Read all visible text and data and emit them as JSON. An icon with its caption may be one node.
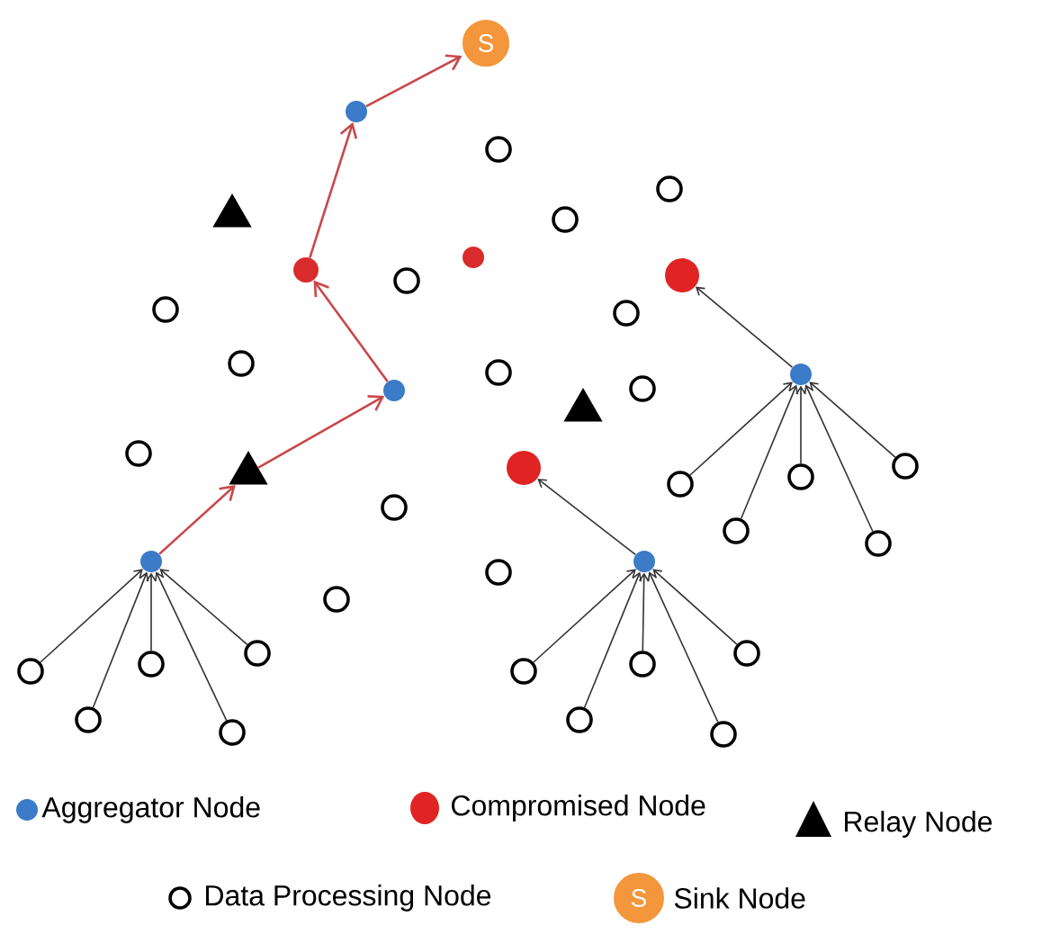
{
  "diagram": {
    "nodes": [
      {
        "text": [
          "S"
        ]
      },
      {
        "text": [],
        "shape": "circle"
      },
      {
        "text": [],
        "shape": "circle"
      },
      {
        "text": [],
        "shape": "circle"
      },
      {
        "text": [],
        "shape": "triangle"
      },
      {
        "text": [],
        "shape": "circle"
      },
      {
        "text": [],
        "shape": "circle"
      },
      {
        "text": [],
        "shape": "circle"
      },
      {
        "text": [],
        "shape": "circle"
      },
      {
        "text": [],
        "shape": "circle"
      },
      {
        "text": [],
        "shape": "circle"
      },
      {
        "text": [],
        "shape": "circle"
      },
      {
        "text": [],
        "shape": "circle"
      },
      {
        "text": [],
        "shape": "circle"
      },
      {
        "text": [],
        "shape": "circle"
      },
      {
        "text": [],
        "shape": "circle"
      },
      {
        "text": [],
        "shape": "circle"
      },
      {
        "text": [],
        "shape": "triangle"
      },
      {
        "text": [],
        "shape": "circle"
      },
      {
        "text": [],
        "shape": "circle"
      },
      {
        "text": [],
        "shape": "triangle"
      },
      {
        "text": [],
        "shape": "circle"
      },
      {
        "text": [],
        "shape": "circle"
      },
      {
        "text": [],
        "shape": "circle"
      },
      {
        "text": [],
        "shape": "circle"
      },
      {
        "text": [],
        "shape": "circle"
      },
      {
        "text": [],
        "shape": "circle"
      },
      {
        "text": [],
        "shape": "circle"
      },
      {
        "text": [],
        "shape": "circle"
      },
      {
        "text": [],
        "shape": "circle"
      },
      {
        "text": [],
        "shape": "circle"
      },
      {
        "text": [],
        "shape": "circle"
      },
      {
        "text": [],
        "shape": "circle"
      },
      {
        "text": [],
        "shape": "circle"
      },
      {
        "text": [],
        "shape": "circle"
      },
      {
        "text": [],
        "shape": "circle"
      },
      {
        "text": [],
        "shape": "circle"
      },
      {
        "text": [],
        "shape": "circle"
      },
      {
        "text": [],
        "shape": "circle"
      },
      {
        "text": [],
        "shape": "circle"
      },
      {
        "text": [],
        "shape": "circle"
      }
    ],
    "edges": [
      {
        "from": 27,
        "to": 20,
        "arrow": "to",
        "color": "#c9474a"
      },
      {
        "from": 20,
        "to": 16,
        "arrow": "to",
        "color": "#c9474a"
      },
      {
        "from": 16,
        "to": 7,
        "arrow": "to",
        "color": "#c9474a"
      },
      {
        "from": 7,
        "to": 1,
        "arrow": "to",
        "color": "#c9474a"
      },
      {
        "from": 1,
        "to": 0,
        "arrow": "to",
        "color": "#c9474a"
      },
      {
        "from": 14,
        "to": 8,
        "arrow": "to"
      },
      {
        "from": 23,
        "to": 14,
        "arrow": "to"
      },
      {
        "from": 25,
        "to": 14,
        "arrow": "to"
      },
      {
        "from": 22,
        "to": 14,
        "arrow": "to"
      },
      {
        "from": 26,
        "to": 14,
        "arrow": "to"
      },
      {
        "from": 21,
        "to": 14,
        "arrow": "to"
      },
      {
        "from": 28,
        "to": 19,
        "arrow": "to"
      },
      {
        "from": 36,
        "to": 28,
        "arrow": "to"
      },
      {
        "from": 38,
        "to": 28,
        "arrow": "to"
      },
      {
        "from": 34,
        "to": 28,
        "arrow": "to"
      },
      {
        "from": 40,
        "to": 28,
        "arrow": "to"
      },
      {
        "from": 32,
        "to": 28,
        "arrow": "to"
      },
      {
        "from": 35,
        "to": 27,
        "arrow": "to"
      },
      {
        "from": 37,
        "to": 27,
        "arrow": "to"
      },
      {
        "from": 33,
        "to": 27,
        "arrow": "to"
      },
      {
        "from": 39,
        "to": 27,
        "arrow": "to"
      },
      {
        "from": 31,
        "to": 27,
        "arrow": "to"
      }
    ],
    "labels": [
      "S"
    ],
    "legend": [
      {
        "text": "Aggregator Node",
        "color": "#3b7bc8"
      },
      {
        "text": "Compromised Node",
        "color": "#e02424"
      },
      {
        "text": "Relay Node"
      },
      {
        "text": "Data Processing Node"
      },
      {
        "text": "Sink Node",
        "color": "#f3963c"
      }
    ]
  }
}
